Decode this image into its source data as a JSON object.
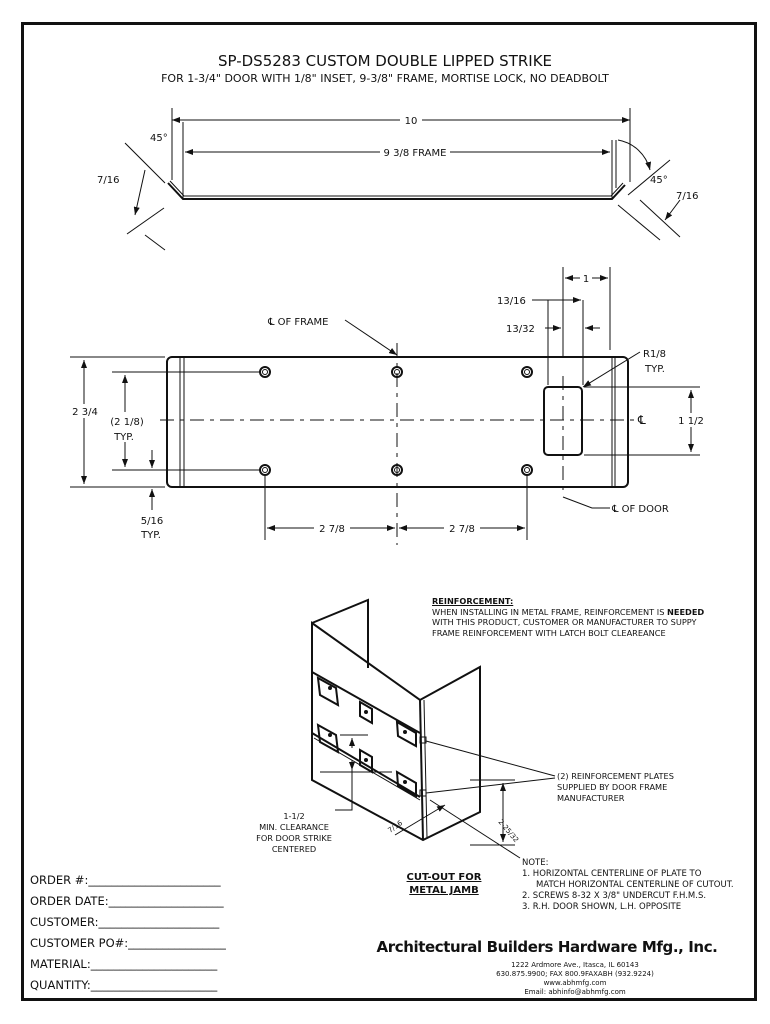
{
  "title": "SP-DS5283 CUSTOM DOUBLE LIPPED STRIKE",
  "subtitle": "FOR 1-3/4\" DOOR WITH 1/8\" INSET, 9-3/8\" FRAME, MORTISE LOCK, NO DEADBOLT",
  "top_view": {
    "overall": "10",
    "frame": "9 3/8 FRAME",
    "angle_left": "45°",
    "angle_right": "45°",
    "lip_left": "7/16",
    "lip_right": "7/16"
  },
  "plan_view": {
    "cl_frame": "℄ OF FRAME",
    "cl_door": "℄ OF DOOR",
    "cl_symbol": "℄",
    "dim_1": "1",
    "dim_13_16": "13/16",
    "dim_13_32": "13/32",
    "radius": "R1/8",
    "radius_typ": "TYP.",
    "height": "2 3/4",
    "hole_spacing": "(2 1/8)",
    "hole_spacing_typ": "TYP.",
    "edge": "5/16",
    "edge_typ": "TYP.",
    "slot_height": "1 1/2",
    "spacing_left": "2 7/8",
    "spacing_right": "2 7/8"
  },
  "reinforcement": {
    "heading": "REINFORCEMENT:",
    "line1_a": "WHEN INSTALLING IN METAL FRAME, REINFORCEMENT IS ",
    "line1_b": "NEEDED",
    "line2": "WITH THIS PRODUCT, CUSTOMER OR MANUFACTURER TO SUPPY",
    "line3": "FRAME REINFORCEMENT WITH LATCH BOLT CLEAREANCE"
  },
  "iso_view": {
    "plates_1": "(2) REINFORCEMENT PLATES",
    "plates_2": "SUPPLIED BY DOOR FRAME",
    "plates_3": "MANUFACTURER",
    "clear_1": "1-1/2",
    "clear_2": "MIN. CLEARANCE",
    "clear_3": "FOR DOOR STRIKE",
    "clear_4": "CENTERED",
    "dim_height": "2-25/32",
    "dim_depth": "7/16"
  },
  "form": [
    "ORDER #:_______________________",
    "ORDER DATE:____________________",
    "CUSTOMER:_____________________",
    "CUSTOMER PO#:_________________",
    "MATERIAL:______________________",
    "QUANTITY:______________________"
  ],
  "cutout": {
    "line1": "CUT-OUT FOR",
    "line2": "METAL JAMB"
  },
  "notes": {
    "heading": "NOTE:",
    "n1": "1. HORIZONTAL CENTERLINE OF PLATE TO",
    "n1b": "MATCH HORIZONTAL CENTERLINE OF CUTOUT.",
    "n2": "2. SCREWS 8-32 X 3/8\" UNDERCUT F.H.M.S.",
    "n3": "3. R.H. DOOR SHOWN, L.H. OPPOSITE"
  },
  "company": {
    "name": "Architectural Builders Hardware Mfg., Inc.",
    "address": "1222 Ardmore Ave., Itasca, IL 60143",
    "phone": "630.875.9900; FAX 800.9FAXABH (932.9224)",
    "web": "www.abhmfg.com",
    "email": "Email: abhinfo@abhmfg.com"
  }
}
